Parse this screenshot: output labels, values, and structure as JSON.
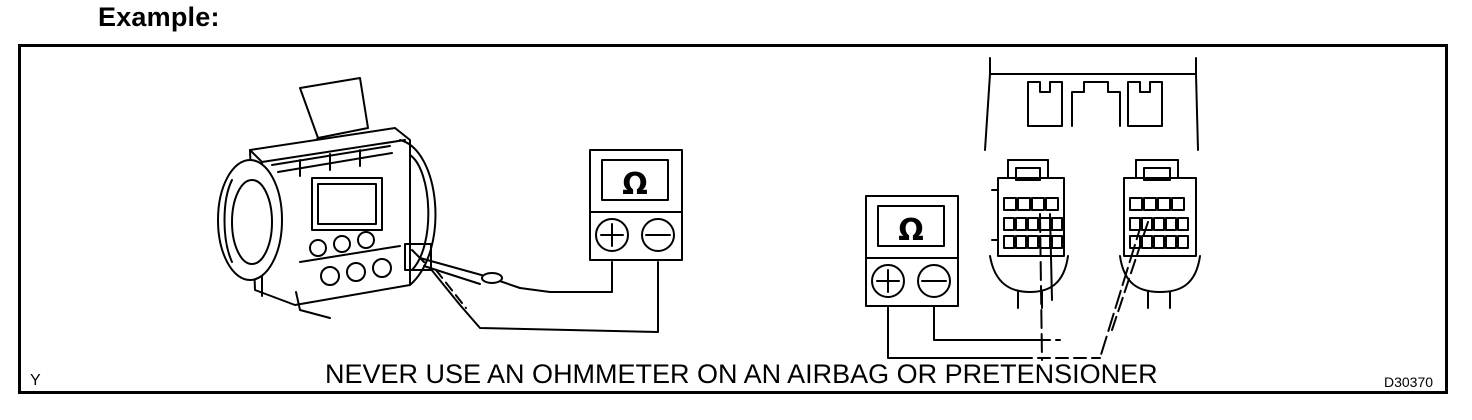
{
  "heading": "Example:",
  "caption": "NEVER USE AN OHMMETER ON AN AIRBAG OR PRETENSIONER",
  "corner_left": "Y",
  "corner_right": "D30370",
  "meter_symbol": "Ω",
  "icons": [
    "airbag-module-illustration",
    "ohmmeter-icon",
    "connector-icon"
  ]
}
